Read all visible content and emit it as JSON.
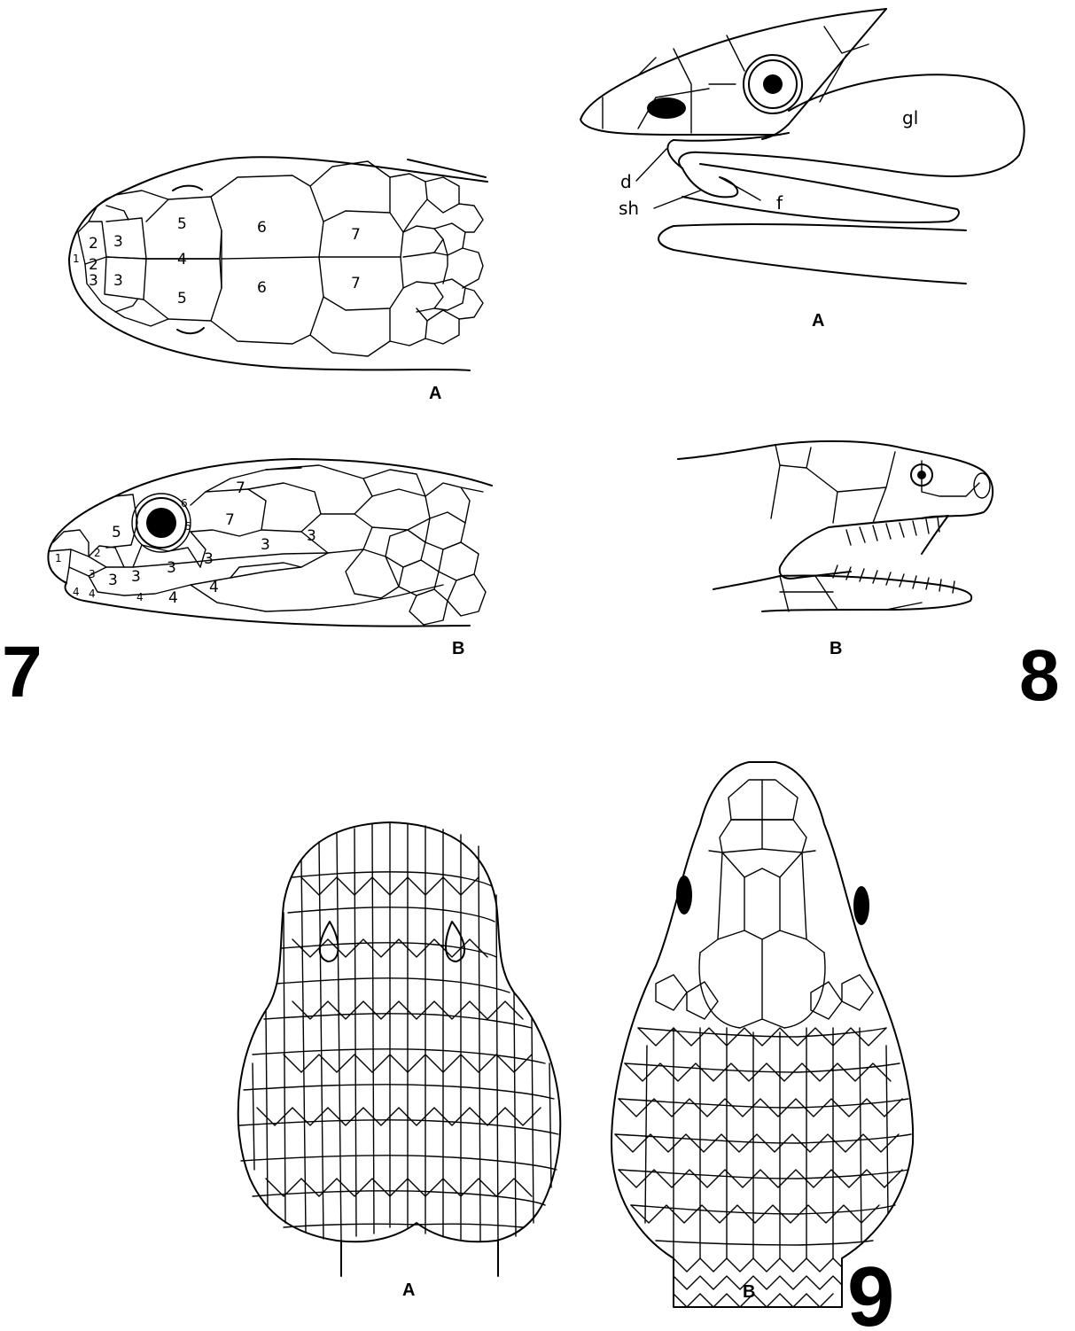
{
  "figures": {
    "fig7": {
      "number": "7",
      "a_label": "A",
      "b_label": "B",
      "dorsal_scale_numbers": [
        "1",
        "2",
        "2",
        "3",
        "3",
        "3",
        "4",
        "5",
        "5",
        "6",
        "6",
        "7",
        "7"
      ],
      "lateral_scale_numbers": [
        "1",
        "2",
        "3",
        "3",
        "3",
        "3",
        "3",
        "3",
        "3",
        "4",
        "4",
        "4",
        "4",
        "4",
        "5",
        "6",
        "6",
        "7",
        "7"
      ]
    },
    "fig8": {
      "number": "8",
      "a_label": "A",
      "b_label": "B",
      "annotations": {
        "gland": "gl",
        "duct": "d",
        "sheath": "sh",
        "fang": "f"
      }
    },
    "fig9": {
      "number": "9",
      "a_label": "A",
      "b_label": "B"
    }
  }
}
